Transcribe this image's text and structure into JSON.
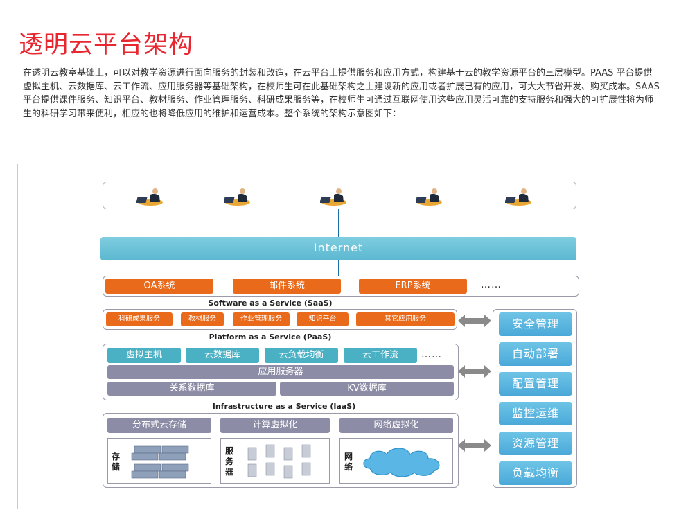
{
  "page": {
    "title": "透明云平台架构",
    "intro": "在透明云教室基础上，可以对教学资源进行面向服务的封装和改造，在云平台上提供服务和应用方式，构建基于云的教学资源平台的三层模型。PAAS  平台提供虚拟主机、云数据库、云工作流、应用服务器等基础架构，在校师生可在此基础架构之上建设新的应用或者扩展已有的应用，可大大节省开发、购买成本。SAAS平台提供课件服务、知识平台、教材服务、作业管理服务、科研成果服务等，在校师生可通过互联网使用这些应用灵活可靠的支持服务和强大的可扩展性将为师生的科研学习带来便利，相应的也将降低应用的维护和运营成本。整个系统的架构示意图如下："
  },
  "diagram": {
    "internet": "Internet",
    "apps": [
      "OA系统",
      "邮件系统",
      "ERP系统"
    ],
    "apps_more": "……",
    "saas_label": "Software as a Service (SaaS)",
    "saas": [
      "科研成果服务",
      "教材服务",
      "作业管理服务",
      "知识平台",
      "其它应用服务"
    ],
    "paas_label": "Platform as a Service (PaaS)",
    "paas_top": [
      "虚拟主机",
      "云数据库",
      "云负载均衡",
      "云工作流"
    ],
    "paas_more": "……",
    "paas_app_server": "应用服务器",
    "paas_db": [
      "关系数据库",
      "KV数据库"
    ],
    "iaas_label": "Infrastructure as a Service (IaaS)",
    "iaas_headers": [
      "分布式云存储",
      "计算虚拟化",
      "网络虚拟化"
    ],
    "iaas_vert": [
      "存储",
      "服务器",
      "网络"
    ],
    "management": [
      "安全管理",
      "自动部署",
      "配置管理",
      "监控运维",
      "资源管理",
      "负载均衡"
    ]
  },
  "colors": {
    "title": "#e8262f",
    "orange": "#ea6a1b",
    "teal": "#4ab0c4",
    "gray": "#8c8ca6",
    "internet": "#5bb8d0",
    "management": "#4aa8d8"
  }
}
